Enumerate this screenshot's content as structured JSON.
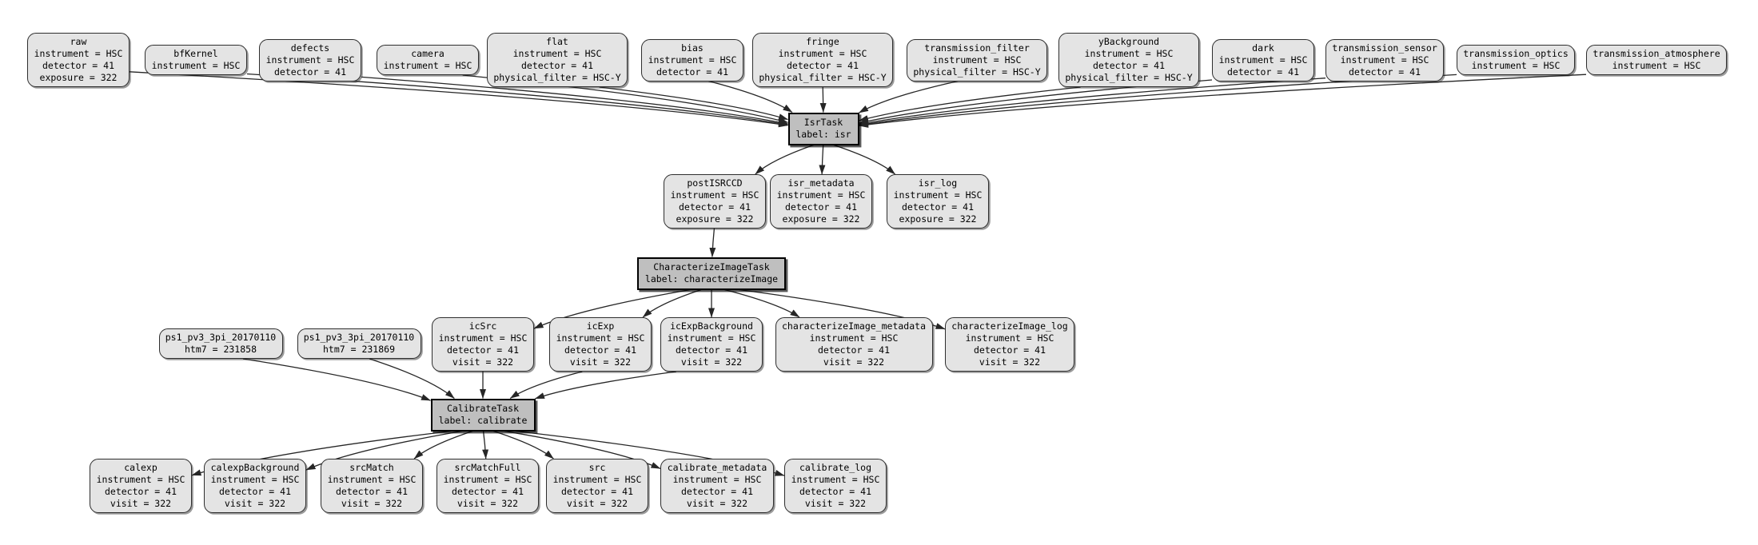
{
  "style": {
    "background": "#ffffff",
    "dataset_fill": "#e4e4e4",
    "task_fill": "#bfbfbf",
    "border_color": "#2e2e2e",
    "edge_color": "#262626",
    "text_color": "#000000"
  },
  "nodes": [
    {
      "id": "raw",
      "type": "dataset",
      "lines": [
        "raw",
        "instrument = HSC",
        "detector = 41",
        "exposure = 322"
      ]
    },
    {
      "id": "bfKernel",
      "type": "dataset",
      "lines": [
        "bfKernel",
        "instrument = HSC"
      ]
    },
    {
      "id": "defects",
      "type": "dataset",
      "lines": [
        "defects",
        "instrument = HSC",
        "detector = 41"
      ]
    },
    {
      "id": "camera",
      "type": "dataset",
      "lines": [
        "camera",
        "instrument = HSC"
      ]
    },
    {
      "id": "flat",
      "type": "dataset",
      "lines": [
        "flat",
        "instrument = HSC",
        "detector = 41",
        "physical_filter = HSC-Y"
      ]
    },
    {
      "id": "bias",
      "type": "dataset",
      "lines": [
        "bias",
        "instrument = HSC",
        "detector = 41"
      ]
    },
    {
      "id": "fringe",
      "type": "dataset",
      "lines": [
        "fringe",
        "instrument = HSC",
        "detector = 41",
        "physical_filter = HSC-Y"
      ]
    },
    {
      "id": "transmission_filter",
      "type": "dataset",
      "lines": [
        "transmission_filter",
        "instrument = HSC",
        "physical_filter = HSC-Y"
      ]
    },
    {
      "id": "yBackground",
      "type": "dataset",
      "lines": [
        "yBackground",
        "instrument = HSC",
        "detector = 41",
        "physical_filter = HSC-Y"
      ]
    },
    {
      "id": "dark",
      "type": "dataset",
      "lines": [
        "dark",
        "instrument = HSC",
        "detector = 41"
      ]
    },
    {
      "id": "transmission_sensor",
      "type": "dataset",
      "lines": [
        "transmission_sensor",
        "instrument = HSC",
        "detector = 41"
      ]
    },
    {
      "id": "transmission_optics",
      "type": "dataset",
      "lines": [
        "transmission_optics",
        "instrument = HSC"
      ]
    },
    {
      "id": "transmission_atmosphere",
      "type": "dataset",
      "lines": [
        "transmission_atmosphere",
        "instrument = HSC"
      ]
    },
    {
      "id": "IsrTask",
      "type": "task",
      "lines": [
        "IsrTask",
        "label: isr"
      ]
    },
    {
      "id": "postISRCCD",
      "type": "dataset",
      "lines": [
        "postISRCCD",
        "instrument = HSC",
        "detector = 41",
        "exposure = 322"
      ]
    },
    {
      "id": "isr_metadata",
      "type": "dataset",
      "lines": [
        "isr_metadata",
        "instrument = HSC",
        "detector = 41",
        "exposure = 322"
      ]
    },
    {
      "id": "isr_log",
      "type": "dataset",
      "lines": [
        "isr_log",
        "instrument = HSC",
        "detector = 41",
        "exposure = 322"
      ]
    },
    {
      "id": "CharacterizeImageTask",
      "type": "task",
      "lines": [
        "CharacterizeImageTask",
        "label: characterizeImage"
      ]
    },
    {
      "id": "ps1_a",
      "type": "dataset",
      "lines": [
        "ps1_pv3_3pi_20170110",
        "htm7 = 231858"
      ]
    },
    {
      "id": "ps1_b",
      "type": "dataset",
      "lines": [
        "ps1_pv3_3pi_20170110",
        "htm7 = 231869"
      ]
    },
    {
      "id": "icSrc",
      "type": "dataset",
      "lines": [
        "icSrc",
        "instrument = HSC",
        "detector = 41",
        "visit = 322"
      ]
    },
    {
      "id": "icExp",
      "type": "dataset",
      "lines": [
        "icExp",
        "instrument = HSC",
        "detector = 41",
        "visit = 322"
      ]
    },
    {
      "id": "icExpBackground",
      "type": "dataset",
      "lines": [
        "icExpBackground",
        "instrument = HSC",
        "detector = 41",
        "visit = 322"
      ]
    },
    {
      "id": "characterizeImage_metadata",
      "type": "dataset",
      "lines": [
        "characterizeImage_metadata",
        "instrument = HSC",
        "detector = 41",
        "visit = 322"
      ]
    },
    {
      "id": "characterizeImage_log",
      "type": "dataset",
      "lines": [
        "characterizeImage_log",
        "instrument = HSC",
        "detector = 41",
        "visit = 322"
      ]
    },
    {
      "id": "CalibrateTask",
      "type": "task",
      "lines": [
        "CalibrateTask",
        "label: calibrate"
      ]
    },
    {
      "id": "calexp",
      "type": "dataset",
      "lines": [
        "calexp",
        "instrument = HSC",
        "detector = 41",
        "visit = 322"
      ]
    },
    {
      "id": "calexpBackground",
      "type": "dataset",
      "lines": [
        "calexpBackground",
        "instrument = HSC",
        "detector = 41",
        "visit = 322"
      ]
    },
    {
      "id": "srcMatch",
      "type": "dataset",
      "lines": [
        "srcMatch",
        "instrument = HSC",
        "detector = 41",
        "visit = 322"
      ]
    },
    {
      "id": "srcMatchFull",
      "type": "dataset",
      "lines": [
        "srcMatchFull",
        "instrument = HSC",
        "detector = 41",
        "visit = 322"
      ]
    },
    {
      "id": "src",
      "type": "dataset",
      "lines": [
        "src",
        "instrument = HSC",
        "detector = 41",
        "visit = 322"
      ]
    },
    {
      "id": "calibrate_metadata",
      "type": "dataset",
      "lines": [
        "calibrate_metadata",
        "instrument = HSC",
        "detector = 41",
        "visit = 322"
      ]
    },
    {
      "id": "calibrate_log",
      "type": "dataset",
      "lines": [
        "calibrate_log",
        "instrument = HSC",
        "detector = 41",
        "visit = 322"
      ]
    }
  ],
  "edges": [
    [
      "raw",
      "IsrTask"
    ],
    [
      "bfKernel",
      "IsrTask"
    ],
    [
      "defects",
      "IsrTask"
    ],
    [
      "camera",
      "IsrTask"
    ],
    [
      "flat",
      "IsrTask"
    ],
    [
      "bias",
      "IsrTask"
    ],
    [
      "fringe",
      "IsrTask"
    ],
    [
      "transmission_filter",
      "IsrTask"
    ],
    [
      "yBackground",
      "IsrTask"
    ],
    [
      "dark",
      "IsrTask"
    ],
    [
      "transmission_sensor",
      "IsrTask"
    ],
    [
      "transmission_optics",
      "IsrTask"
    ],
    [
      "transmission_atmosphere",
      "IsrTask"
    ],
    [
      "IsrTask",
      "postISRCCD"
    ],
    [
      "IsrTask",
      "isr_metadata"
    ],
    [
      "IsrTask",
      "isr_log"
    ],
    [
      "postISRCCD",
      "CharacterizeImageTask"
    ],
    [
      "CharacterizeImageTask",
      "icSrc"
    ],
    [
      "CharacterizeImageTask",
      "icExp"
    ],
    [
      "CharacterizeImageTask",
      "icExpBackground"
    ],
    [
      "CharacterizeImageTask",
      "characterizeImage_metadata"
    ],
    [
      "CharacterizeImageTask",
      "characterizeImage_log"
    ],
    [
      "ps1_a",
      "CalibrateTask"
    ],
    [
      "ps1_b",
      "CalibrateTask"
    ],
    [
      "icSrc",
      "CalibrateTask"
    ],
    [
      "icExp",
      "CalibrateTask"
    ],
    [
      "icExpBackground",
      "CalibrateTask"
    ],
    [
      "CalibrateTask",
      "calexp"
    ],
    [
      "CalibrateTask",
      "calexpBackground"
    ],
    [
      "CalibrateTask",
      "srcMatch"
    ],
    [
      "CalibrateTask",
      "srcMatchFull"
    ],
    [
      "CalibrateTask",
      "src"
    ],
    [
      "CalibrateTask",
      "calibrate_metadata"
    ],
    [
      "CalibrateTask",
      "calibrate_log"
    ]
  ]
}
